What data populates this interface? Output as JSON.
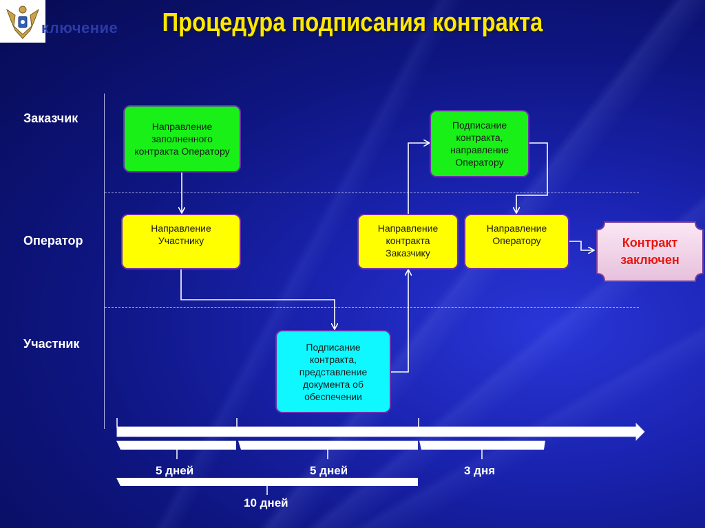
{
  "title": "Процедура подписания контракта",
  "ghost_text": "ключение",
  "lanes": [
    {
      "label": "Заказчик"
    },
    {
      "label": "Оператор"
    },
    {
      "label": "Участник"
    }
  ],
  "boxes": {
    "customer_send": "Направление заполненного контракта Оператору",
    "customer_sign": "Подписание контракта, направление Оператору",
    "operator_to_participant": "Направление Участнику",
    "operator_to_customer": "Направление контракта Заказчику",
    "operator_to_operator": "Направление Оператору",
    "participant_sign": "Подписание контракта, представление документа об обеспечении"
  },
  "result": {
    "label": "Контракт\nзаключен"
  },
  "timeline": {
    "segments": [
      {
        "label": "5 дней"
      },
      {
        "label": "5 дней"
      },
      {
        "label": "3 дня"
      }
    ],
    "total": {
      "label": "10 дней"
    }
  },
  "colors": {
    "title": "#ffe800",
    "customer_box": "#18f018",
    "operator_box": "#ffff00",
    "participant_box": "#0ff8ff",
    "result_text": "#e8150f",
    "background": "#1a23b0"
  },
  "icons": {
    "emblem": "coat-of-arms-icon"
  }
}
